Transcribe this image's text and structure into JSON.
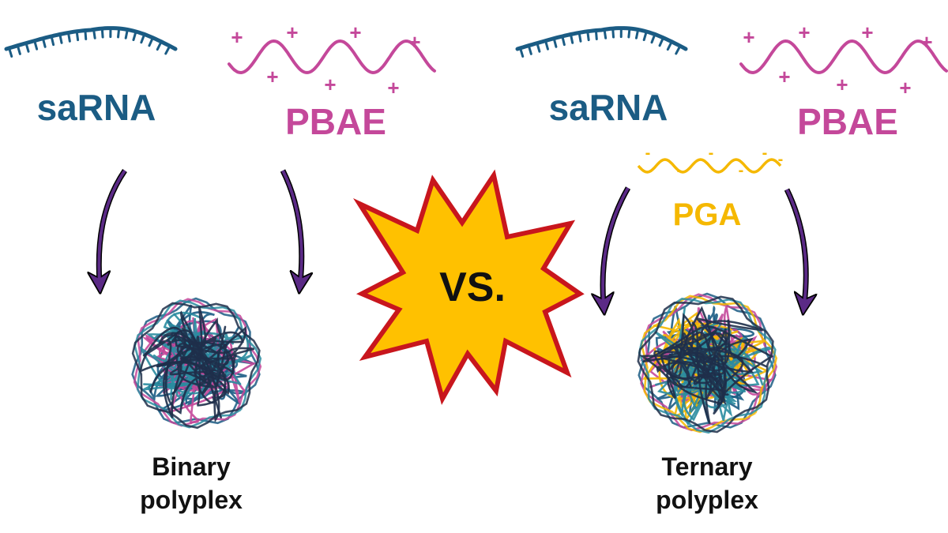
{
  "colors": {
    "sarna": "#1b5c84",
    "pbae": "#c4489a",
    "pga": "#f5b800",
    "arrow": "#5b2a86",
    "burst_fill": "#ffc100",
    "burst_stroke": "#c8161d",
    "text": "#111111"
  },
  "labels": {
    "sarna_left": "saRNA",
    "pbae_left": "PBAE",
    "sarna_right": "saRNA",
    "pbae_right": "PBAE",
    "pga": "PGA",
    "vs": "VS."
  },
  "symbols": {
    "plus": "+",
    "minus": "-"
  },
  "captions": {
    "binary_line1": "Binary",
    "binary_line2": "polyplex",
    "ternary_line1": "Ternary",
    "ternary_line2": "polyplex"
  },
  "icons": [
    "rna-strand-icon",
    "polymer-chain-icon",
    "arrow-icon",
    "polyplex-icon",
    "burst-icon"
  ]
}
